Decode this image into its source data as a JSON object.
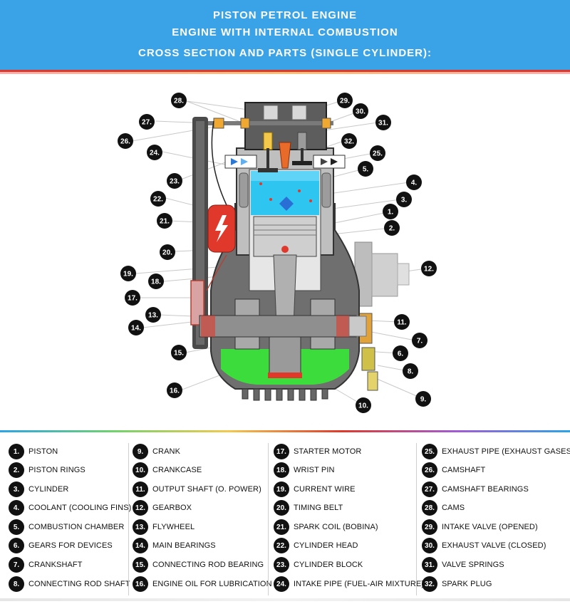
{
  "header": {
    "title_line1": "PISTON PETROL ENGINE",
    "title_line2": "ENGINE WITH INTERNAL COMBUSTION",
    "title_line3": "CROSS SECTION AND PARTS (SINGLE CYLINDER):"
  },
  "callouts": [
    "1.",
    "2.",
    "3.",
    "4.",
    "5.",
    "6.",
    "7.",
    "8.",
    "9.",
    "10.",
    "11.",
    "12.",
    "13.",
    "14.",
    "15.",
    "16.",
    "17.",
    "18.",
    "19.",
    "20.",
    "21.",
    "22.",
    "23.",
    "24.",
    "25.",
    "26.",
    "27.",
    "28.",
    "29.",
    "30.",
    "31.",
    "32."
  ],
  "legend": [
    {
      "num": "1.",
      "label": "PISTON"
    },
    {
      "num": "2.",
      "label": "PISTON RINGS"
    },
    {
      "num": "3.",
      "label": "CYLINDER"
    },
    {
      "num": "4.",
      "label": "COOLANT (COOLING FINS)"
    },
    {
      "num": "5.",
      "label": "COMBUSTION CHAMBER"
    },
    {
      "num": "6.",
      "label": "GEARS FOR DEVICES"
    },
    {
      "num": "7.",
      "label": "CRANKSHAFT"
    },
    {
      "num": "8.",
      "label": "CONNECTING ROD SHAFT"
    },
    {
      "num": "9.",
      "label": "CRANK"
    },
    {
      "num": "10.",
      "label": "CRANKCASE"
    },
    {
      "num": "11.",
      "label": "OUTPUT SHAFT (O. POWER)"
    },
    {
      "num": "12.",
      "label": "GEARBOX"
    },
    {
      "num": "13.",
      "label": "FLYWHEEL"
    },
    {
      "num": "14.",
      "label": "MAIN BEARINGS"
    },
    {
      "num": "15.",
      "label": "CONNECTING ROD BEARING"
    },
    {
      "num": "16.",
      "label": "ENGINE OIL FOR LUBRICATION"
    },
    {
      "num": "17.",
      "label": "STARTER MOTOR"
    },
    {
      "num": "18.",
      "label": "WRIST PIN"
    },
    {
      "num": "19.",
      "label": "CURRENT WIRE"
    },
    {
      "num": "20.",
      "label": "TIMING BELT"
    },
    {
      "num": "21.",
      "label": "SPARK COIL (BOBINA)"
    },
    {
      "num": "22.",
      "label": "CYLINDER HEAD"
    },
    {
      "num": "23.",
      "label": "CYLINDER BLOCK"
    },
    {
      "num": "24.",
      "label": "INTAKE PIPE (FUEL-AIR MIXTURE)"
    },
    {
      "num": "25.",
      "label": "EXHAUST PIPE (EXHAUST GASES)"
    },
    {
      "num": "26.",
      "label": "CAMSHAFT"
    },
    {
      "num": "27.",
      "label": "CAMSHAFT BEARINGS"
    },
    {
      "num": "28.",
      "label": "CAMS"
    },
    {
      "num": "29.",
      "label": "INTAKE VALVE (OPENED)"
    },
    {
      "num": "30.",
      "label": "EXHAUST VALVE (CLOSED)"
    },
    {
      "num": "31.",
      "label": "VALVE SPRINGS"
    },
    {
      "num": "32.",
      "label": "SPARK PLUG"
    }
  ],
  "colors": {
    "header_bg": "#3aa2e6",
    "accent_red": "#e0392b",
    "engine_grey": "#8c8c8c",
    "oil_green": "#3ddc3d",
    "mixture_blue": "#2ec6f0"
  }
}
